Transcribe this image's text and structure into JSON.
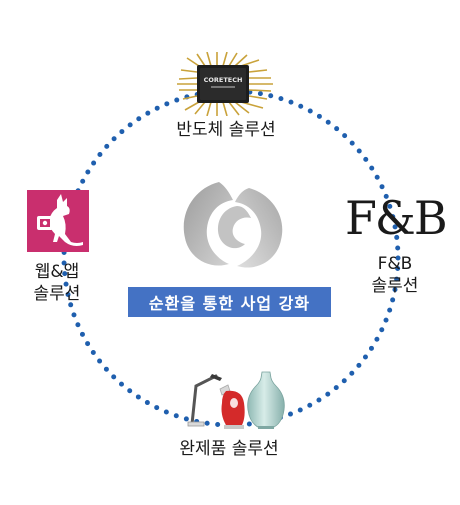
{
  "center_banner": "순환을 통한 사업 강화",
  "nodes": {
    "semiconductor": {
      "label": "반도체 솔루션",
      "chip_marking": "CORETECH"
    },
    "fnb": {
      "logo": "F&B",
      "line1": "F&B",
      "line2": "솔루션"
    },
    "finished_goods": {
      "label": "완제품 솔루션"
    },
    "web_app": {
      "line1": "웹&앱",
      "line2": "솔루션"
    }
  },
  "colors": {
    "ring_dots": "#1f5fae",
    "banner_bg": "#4472c4",
    "app_icon_bg": "#c92f6e",
    "logo_gray": "#b5b5b5"
  },
  "icons": [
    "chip-icon",
    "kangaroo-app-icon",
    "fnb-logo",
    "desk-lamp-icon",
    "red-steamer-icon",
    "celadon-vase-icon",
    "center-swirl-logo"
  ]
}
